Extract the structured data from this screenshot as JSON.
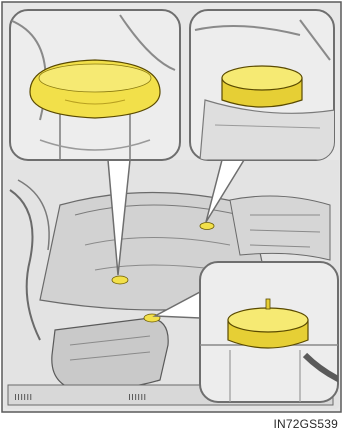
{
  "figure": {
    "code": "IN72GS539",
    "colors": {
      "cap": "#f2e04a",
      "cap_dark": "#d9c227",
      "engine_gray": "#cfcfcf",
      "line": "#5a5a5a",
      "callout_border": "#6e6e6e"
    },
    "callouts": [
      {
        "name": "radiator-cap"
      },
      {
        "name": "coolant-reservoir-cap"
      },
      {
        "name": "small-reservoir-cap"
      }
    ]
  }
}
